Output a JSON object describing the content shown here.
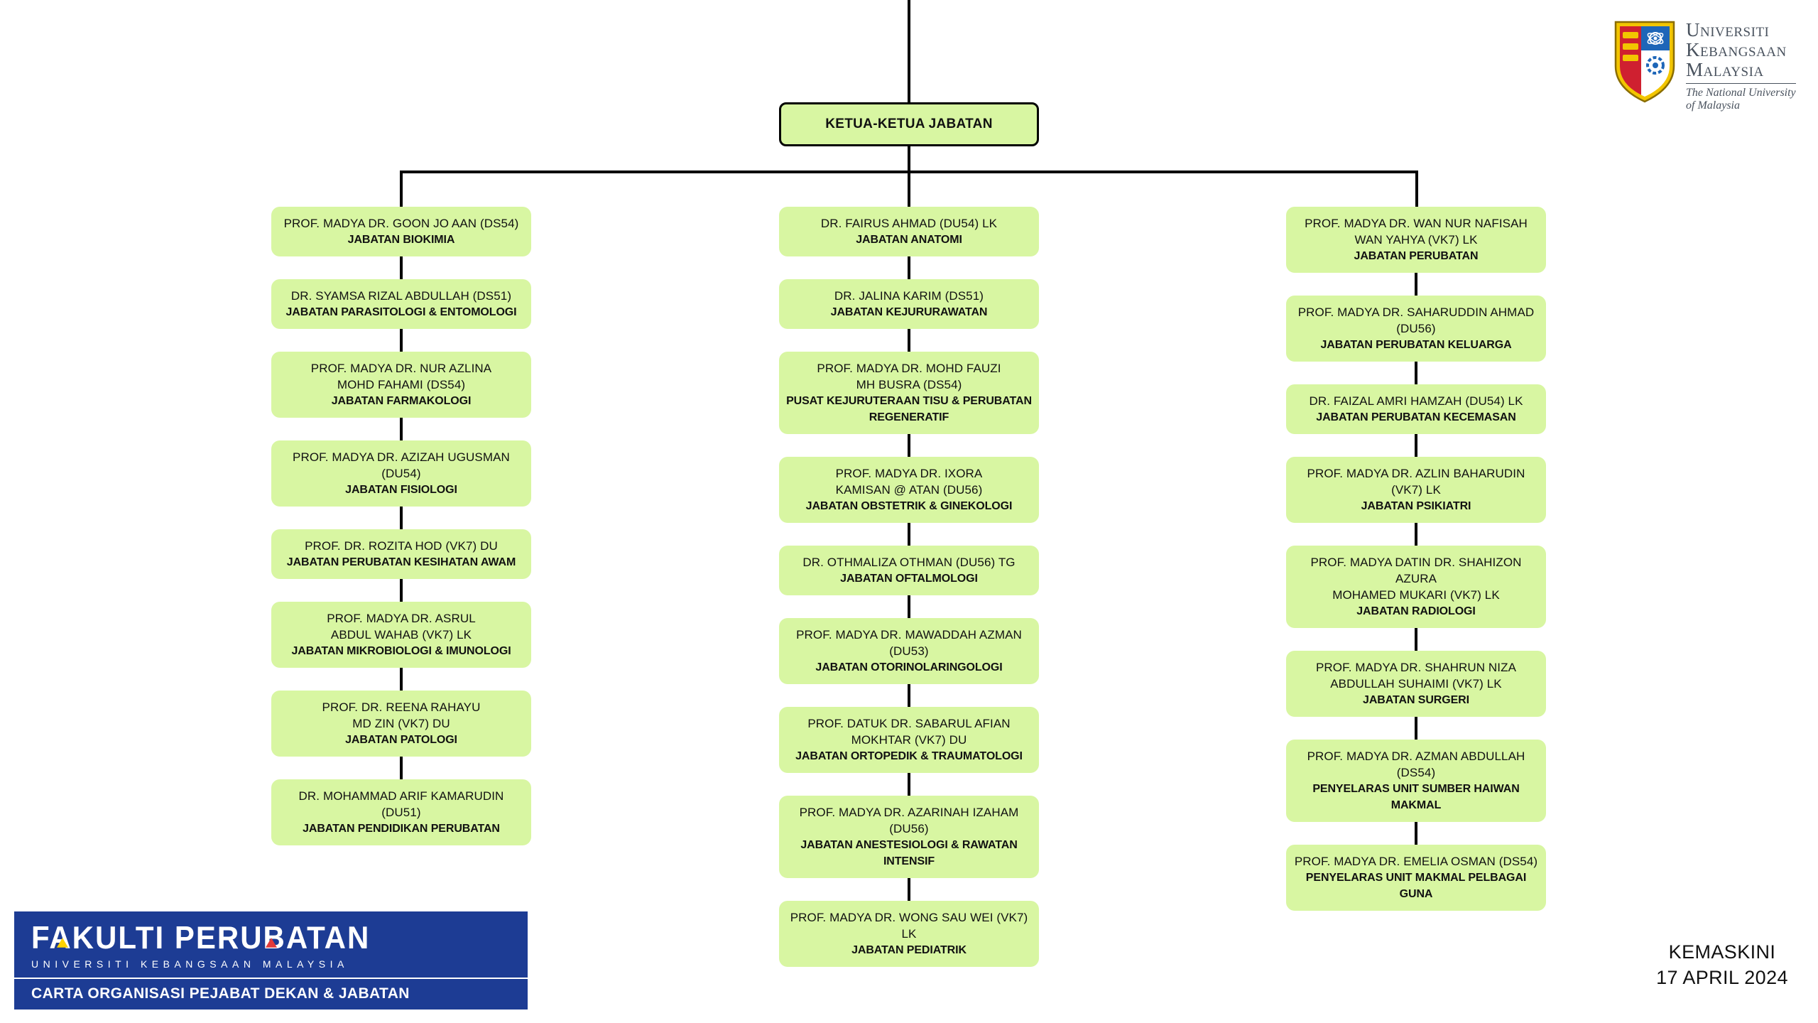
{
  "root": {
    "label": "KETUA-KETUA JABATAN"
  },
  "columns": [
    {
      "boxes": [
        {
          "name": "PROF. MADYA DR. GOON JO AAN (DS54)",
          "dept": "JABATAN BIOKIMIA"
        },
        {
          "name": "DR. SYAMSA RIZAL ABDULLAH (DS51)",
          "dept": "JABATAN PARASITOLOGI & ENTOMOLOGI"
        },
        {
          "name": "PROF. MADYA DR. NUR AZLINA\nMOHD FAHAMI (DS54)",
          "dept": "JABATAN FARMAKOLOGI"
        },
        {
          "name": "PROF. MADYA DR. AZIZAH UGUSMAN (DU54)",
          "dept": "JABATAN FISIOLOGI"
        },
        {
          "name": "PROF. DR. ROZITA HOD (VK7) DU",
          "dept": "JABATAN PERUBATAN KESIHATAN AWAM"
        },
        {
          "name": "PROF. MADYA DR. ASRUL\nABDUL WAHAB (VK7) LK",
          "dept": "JABATAN MIKROBIOLOGI & IMUNOLOGI"
        },
        {
          "name": "PROF. DR. REENA RAHAYU\nMD ZIN (VK7) DU",
          "dept": "JABATAN PATOLOGI"
        },
        {
          "name": "DR. MOHAMMAD ARIF KAMARUDIN (DU51)",
          "dept": "JABATAN PENDIDIKAN PERUBATAN"
        }
      ]
    },
    {
      "boxes": [
        {
          "name": "DR. FAIRUS AHMAD (DU54) LK",
          "dept": "JABATAN ANATOMI"
        },
        {
          "name": "DR. JALINA KARIM (DS51)",
          "dept": "JABATAN KEJURURAWATAN"
        },
        {
          "name": "PROF. MADYA DR. MOHD FAUZI\nMH BUSRA (DS54)",
          "dept": "PUSAT KEJURUTERAAN TISU & PERUBATAN\nREGENERATIF"
        },
        {
          "name": "PROF. MADYA DR. IXORA\nKAMISAN @ ATAN (DU56)",
          "dept": "JABATAN OBSTETRIK & GINEKOLOGI"
        },
        {
          "name": "DR. OTHMALIZA OTHMAN (DU56) TG",
          "dept": "JABATAN OFTALMOLOGI"
        },
        {
          "name": "PROF. MADYA DR. MAWADDAH AZMAN (DU53)",
          "dept": "JABATAN OTORINOLARINGOLOGI"
        },
        {
          "name": "PROF. DATUK DR. SABARUL AFIAN\nMOKHTAR (VK7) DU",
          "dept": "JABATAN ORTOPEDIK & TRAUMATOLOGI"
        },
        {
          "name": "PROF. MADYA DR. AZARINAH IZAHAM (DU56)",
          "dept": "JABATAN ANESTESIOLOGI & RAWATAN INTENSIF"
        },
        {
          "name": "PROF. MADYA DR. WONG SAU WEI (VK7) LK",
          "dept": "JABATAN PEDIATRIK"
        }
      ]
    },
    {
      "boxes": [
        {
          "name": "PROF. MADYA DR. WAN NUR NAFISAH\nWAN YAHYA (VK7) LK",
          "dept": "JABATAN PERUBATAN"
        },
        {
          "name": "PROF. MADYA DR. SAHARUDDIN AHMAD (DU56)",
          "dept": "JABATAN PERUBATAN KELUARGA"
        },
        {
          "name": "DR. FAIZAL AMRI HAMZAH (DU54) LK",
          "dept": "JABATAN PERUBATAN KECEMASAN"
        },
        {
          "name": "PROF. MADYA DR. AZLIN BAHARUDIN (VK7) LK",
          "dept": "JABATAN PSIKIATRI"
        },
        {
          "name": "PROF. MADYA DATIN DR. SHAHIZON AZURA\nMOHAMED MUKARI (VK7) LK",
          "dept": "JABATAN RADIOLOGI"
        },
        {
          "name": "PROF. MADYA DR. SHAHRUN NIZA\nABDULLAH SUHAIMI (VK7) LK",
          "dept": "JABATAN SURGERI"
        },
        {
          "name": "PROF. MADYA DR. AZMAN ABDULLAH (DS54)",
          "dept": "PENYELARAS UNIT SUMBER HAIWAN MAKMAL"
        },
        {
          "name": "PROF. MADYA DR. EMELIA OSMAN (DS54)",
          "dept": "PENYELARAS UNIT MAKMAL PELBAGAI GUNA"
        }
      ]
    }
  ],
  "ukm": {
    "name": "Universiti\nKebangsaan\nMalaysia",
    "tagline": "The National University\nof Malaysia"
  },
  "footer": {
    "logo_title": "FAKULTI PERUBATAN",
    "logo_subtitle": "UNIVERSITI KEBANGSAAN MALAYSIA",
    "caption": "CARTA ORGANISASI PEJABAT DEKAN & JABATAN"
  },
  "update_info": {
    "label": "KEMASKINI",
    "date": "17 APRIL 2024"
  },
  "colors": {
    "box_fill": "#d8f6a2",
    "line_color": "#000000",
    "banner_blue": "#1d3c94",
    "ukm_text": "#49525e",
    "accent_yellow": "#ffd200",
    "accent_red": "#e23a3a",
    "crest_yellow": "#f2c500",
    "crest_red": "#cf2030",
    "crest_blue": "#1e66b8"
  }
}
